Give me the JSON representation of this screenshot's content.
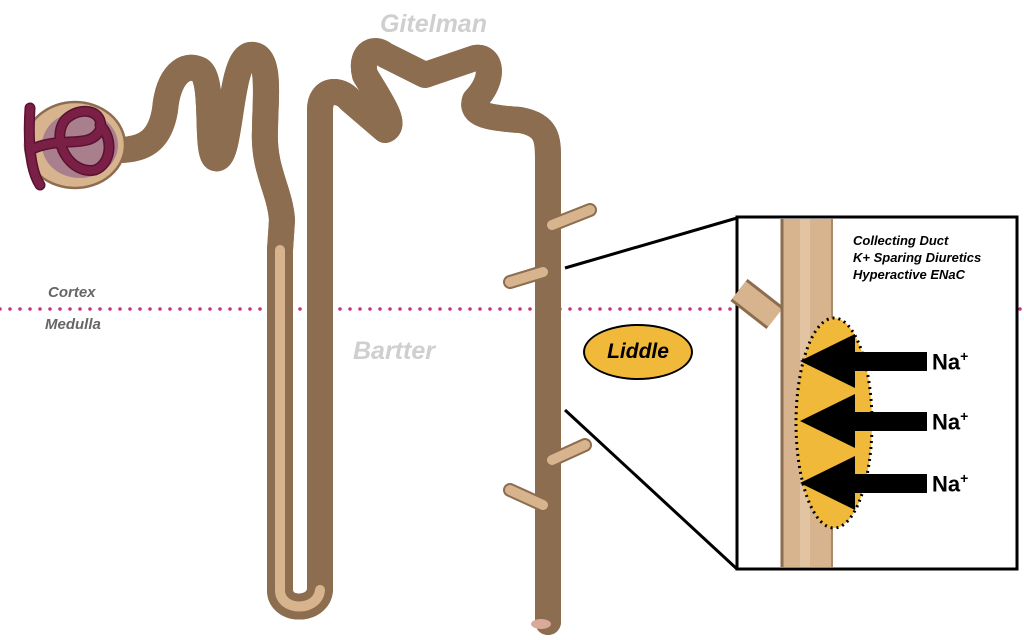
{
  "labels": {
    "gitelman": "Gitelman",
    "bartter": "Bartter",
    "cortex": "Cortex",
    "medulla": "Medulla",
    "liddle": "Liddle"
  },
  "inset": {
    "lines": [
      "Collecting Duct",
      "K+ Sparing Diuretics",
      "Hyperactive ENaC"
    ],
    "ion": "Na",
    "charge": "+"
  },
  "colors": {
    "tubule": "#d8b48e",
    "tubule_outline": "#8c6d50",
    "glomerulus": "#7a1f45",
    "capsule_inner": "#a97f8e",
    "boundary_dots": "#c8307f",
    "enac_highlight": "#f0b93a",
    "label_gray": "#cfcfcf"
  }
}
